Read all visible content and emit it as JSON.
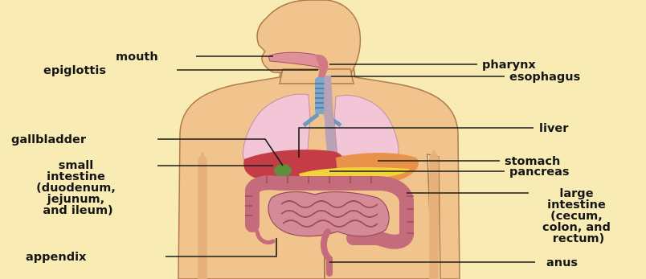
{
  "figure": {
    "colors": {
      "background": "#f8ecb4",
      "skin": "#f0c48c",
      "skin_outline": "#b07a4a",
      "lung": "#f2c6d6",
      "liver": "#c43c46",
      "stomach": "#e8924a",
      "pancreas": "#f4d23c",
      "intestine": "#d58a98",
      "esophagus": "#b9a2b6",
      "trachea": "#7fa6c8"
    },
    "labels": {
      "mouth": "mouth",
      "epiglottis": "epiglottis",
      "gallbladder": "gallbladder",
      "small_intestine": [
        "small",
        "intestine",
        "(duodenum,",
        "jejunum,",
        "and ileum)"
      ],
      "appendix": "appendix",
      "pharynx": "pharynx",
      "esophagus": "esophagus",
      "liver": "liver",
      "stomach": "stomach",
      "pancreas": "pancreas",
      "large_intestine": [
        "large",
        "intestine",
        "(cecum,",
        "colon, and",
        "rectum)"
      ],
      "anus": "anus"
    }
  }
}
